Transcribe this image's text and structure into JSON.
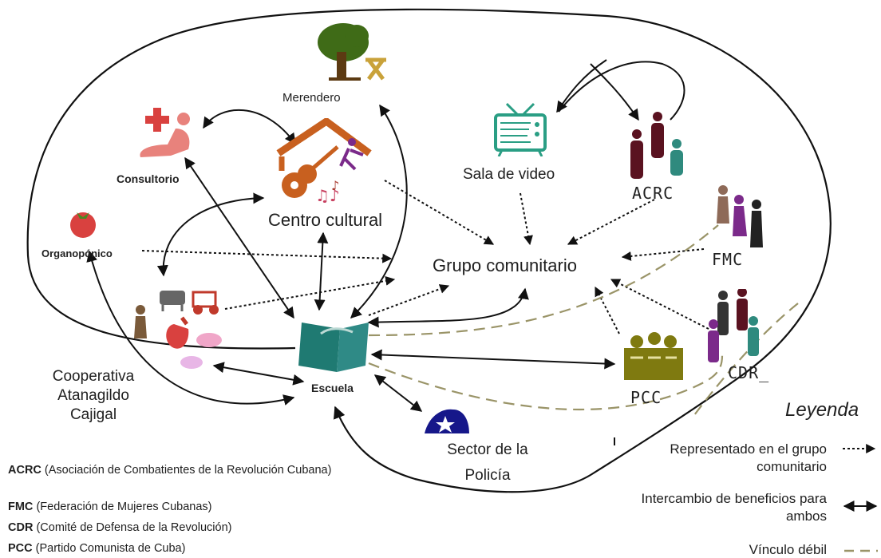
{
  "nodes": {
    "merendero": "Merendero",
    "consultorio": "Consultorio",
    "centro_cultural": "Centro cultural",
    "sala_video": "Sala de video",
    "acrc": "ACRC",
    "organoponico": "Organopónico",
    "grupo": "Grupo comunitario",
    "fmc": "FMC",
    "cdr": "CDR_",
    "pcc": "PCC",
    "escuela": "Escuela",
    "cooperativa": [
      "Cooperativa",
      "Atanagildo",
      "Cajigal"
    ],
    "sector_policia": [
      "Sector de la",
      "Policía"
    ]
  },
  "legend": {
    "title": "Leyenda",
    "items": [
      {
        "label": "Representado en el grupo comunitario",
        "style": "dotted"
      },
      {
        "label": "Intercambio de beneficios para ambos",
        "style": "double-arrow"
      },
      {
        "label": "Vínculo débil",
        "style": "dashed"
      }
    ]
  },
  "abbreviations": [
    {
      "abbr": "ACRC",
      "text": "(Asociación de Combatientes de la Revolución Cubana)"
    },
    {
      "abbr": "FMC",
      "text": "(Federación de Mujeres Cubanas)"
    },
    {
      "abbr": "CDR",
      "text": "(Comité de Defensa de la Revolución)"
    },
    {
      "abbr": "PCC",
      "text": "(Partido Comunista de Cuba)"
    }
  ],
  "colors": {
    "line": "#111111",
    "weak_link": "#9a9468",
    "book": "#1f7a72",
    "tree": "#3f6b17",
    "red": "#d9413f",
    "house": "#c8601f",
    "tv": "#2a9e84",
    "people_dark": "#5a1220",
    "people_purple": "#7b2a8a",
    "people_teal": "#2f8a7e",
    "pcc": "#7f7a10",
    "star": "#16178a"
  }
}
